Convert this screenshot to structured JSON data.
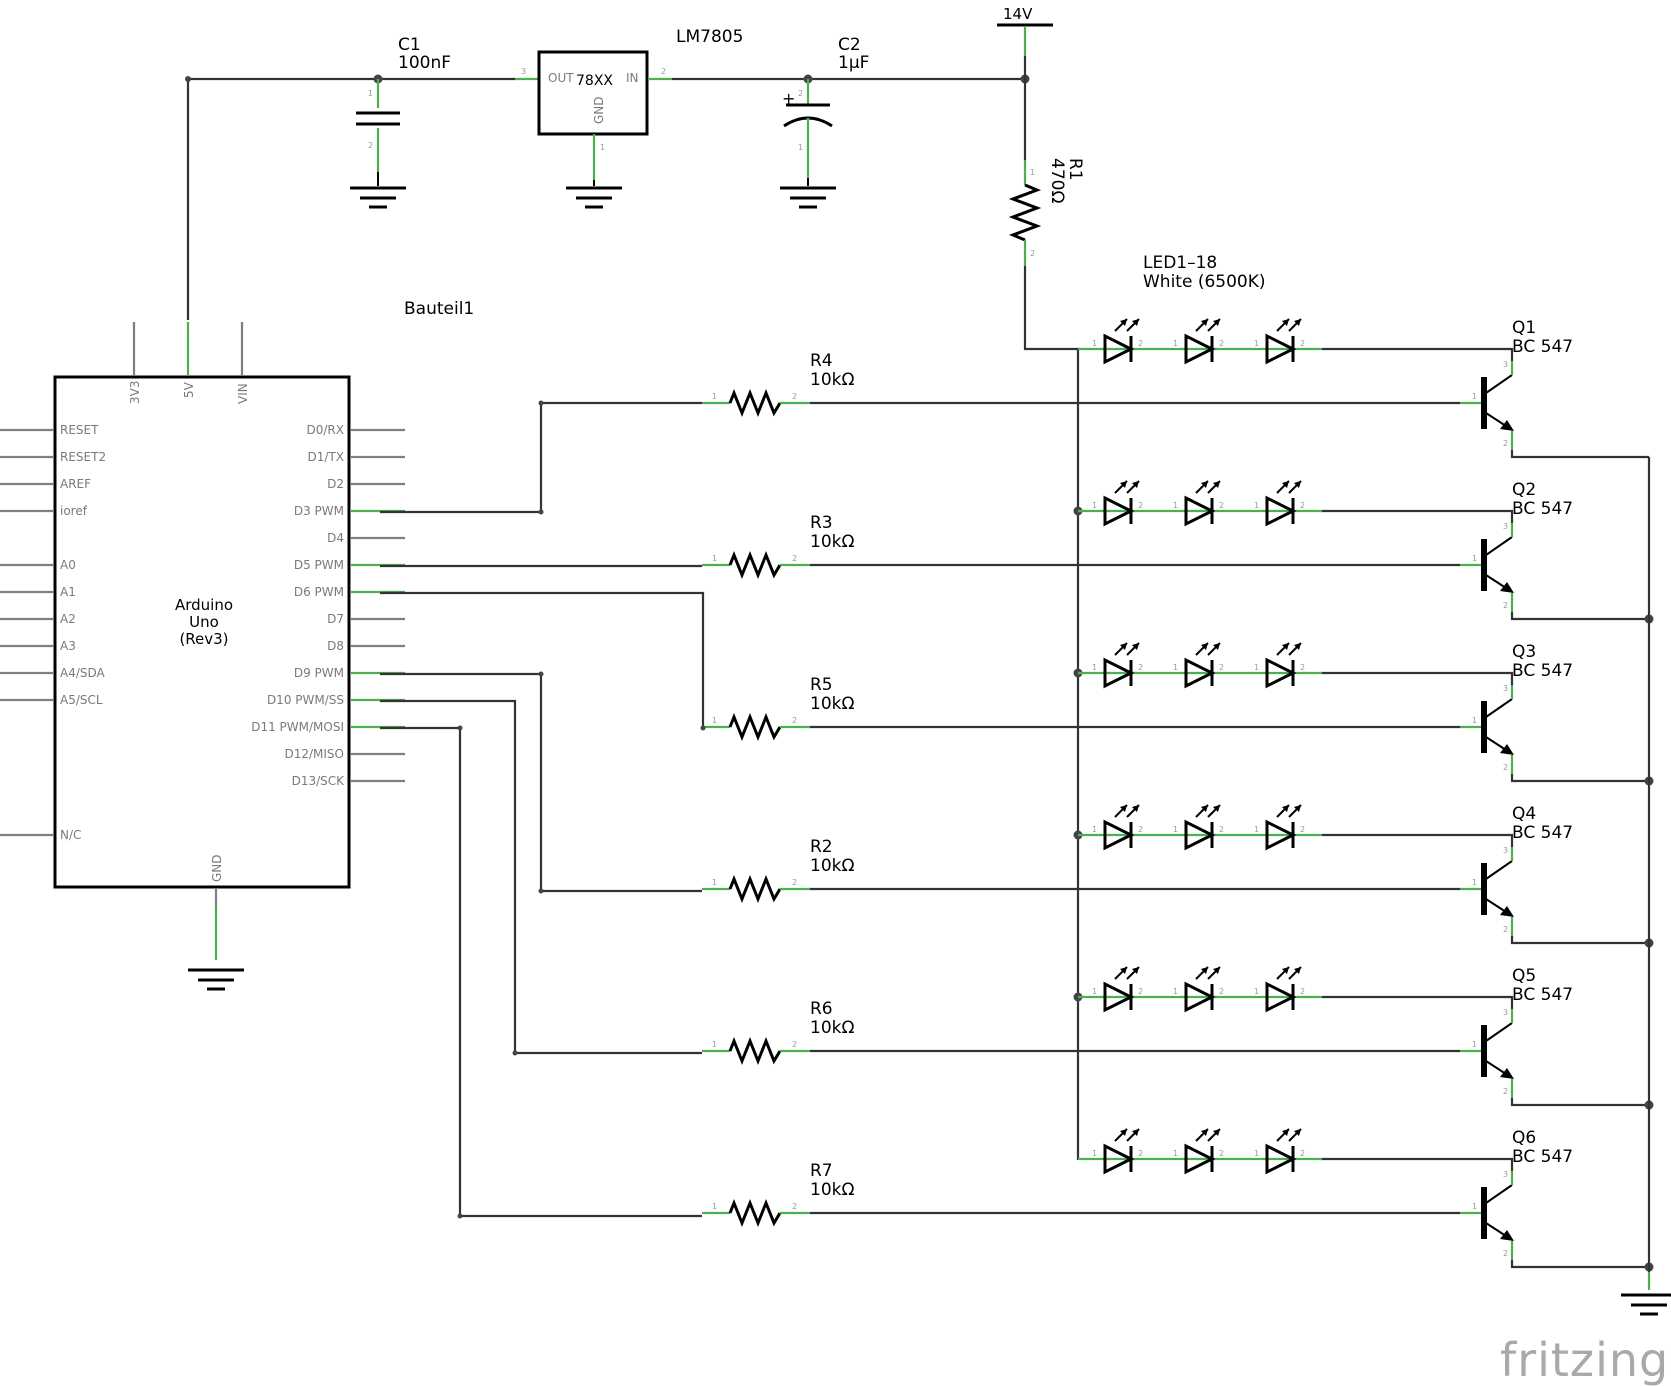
{
  "supply": {
    "label": "14V"
  },
  "regulator": {
    "name": "LM7805",
    "type": "78XX",
    "pin_out": "OUT",
    "pin_in": "IN",
    "pin_gnd": "GND",
    "pin_num_out": "3",
    "pin_num_in": "2",
    "pin_num_gnd": "1"
  },
  "c1": {
    "name": "C1",
    "value": "100nF"
  },
  "c2": {
    "name": "C2",
    "value": "1µF",
    "polarity": "+"
  },
  "r1": {
    "name": "R1",
    "value": "470Ω"
  },
  "led_group": {
    "name": "LED1–18",
    "value": "White (6500K)"
  },
  "arduino": {
    "part_label": "Bauteil1",
    "name": [
      "Arduino",
      "Uno",
      "(Rev3)"
    ],
    "top_pins": [
      "3V3",
      "5V",
      "VIN"
    ],
    "bottom_pin": "GND",
    "left_pins": [
      "RESET",
      "RESET2",
      "AREF",
      "ioref",
      "A0",
      "A1",
      "A2",
      "A3",
      "A4/SDA",
      "A5/SCL",
      "N/C"
    ],
    "right_pins": [
      "D0/RX",
      "D1/TX",
      "D2",
      "D3 PWM",
      "D4",
      "D5 PWM",
      "D6 PWM",
      "D7",
      "D8",
      "D9 PWM",
      "D10 PWM/SS",
      "D11 PWM/MOSI",
      "D12/MISO",
      "D13/SCK"
    ]
  },
  "rows": [
    {
      "resistor": "R4",
      "res_value": "10kΩ",
      "transistor": "Q1",
      "tr_type": "BC 547"
    },
    {
      "resistor": "R3",
      "res_value": "10kΩ",
      "transistor": "Q2",
      "tr_type": "BC 547"
    },
    {
      "resistor": "R5",
      "res_value": "10kΩ",
      "transistor": "Q3",
      "tr_type": "BC 547"
    },
    {
      "resistor": "R2",
      "res_value": "10kΩ",
      "transistor": "Q4",
      "tr_type": "BC 547"
    },
    {
      "resistor": "R6",
      "res_value": "10kΩ",
      "transistor": "Q5",
      "tr_type": "BC 547"
    },
    {
      "resistor": "R7",
      "res_value": "10kΩ",
      "transistor": "Q6",
      "tr_type": "BC 547"
    }
  ],
  "pin_numbers": {
    "one": "1",
    "two": "2",
    "three": "3"
  },
  "watermark": "fritzing",
  "colors": {
    "wire": "#333333",
    "pin_leg": "#4caf50",
    "pin_grey": "#7f7f7f",
    "body": "#000000",
    "watermark": "#a9a9a9"
  }
}
